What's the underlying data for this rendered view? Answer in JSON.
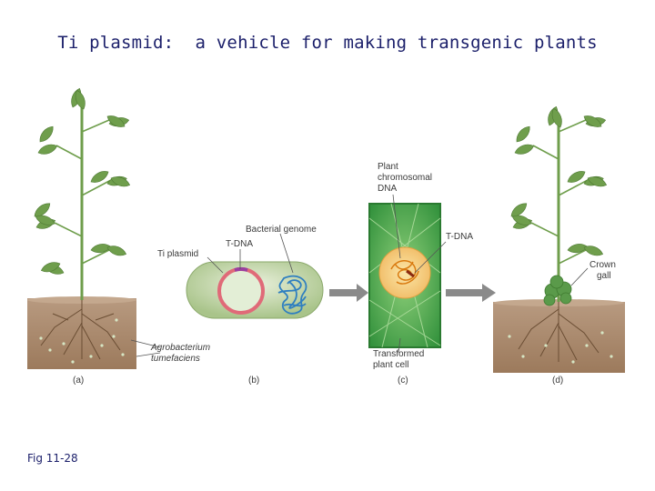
{
  "title": "Ti plasmid:  a vehicle for making transgenic plants",
  "figure_caption": "Fig 11-28",
  "labels": {
    "ti_plasmid": "Ti plasmid",
    "t_dna_b": "T-DNA",
    "bacterial_genome": "Bacterial genome",
    "plant_chrom_1": "Plant",
    "plant_chrom_2": "chromosomal",
    "plant_chrom_3": "DNA",
    "t_dna_c": "T-DNA",
    "transformed_1": "Transformed",
    "transformed_2": "plant cell",
    "crown_1": "Crown",
    "crown_2": "gall",
    "agro_1": "Agrobacterium",
    "agro_2": "tumefaciens"
  },
  "panels": {
    "a": "(a)",
    "b": "(b)",
    "c": "(c)",
    "d": "(d)"
  },
  "colors": {
    "title_text": "#1b1f6a",
    "soil": "#a8876a",
    "leaf": "#6a9a4a",
    "bacterium": "#b9cf9c",
    "plasmid": "#e06a78",
    "genome": "#2f7fc0",
    "cell": "#4aa64a",
    "nucleus": "#f5c870",
    "arrow": "#8a8a8a"
  }
}
